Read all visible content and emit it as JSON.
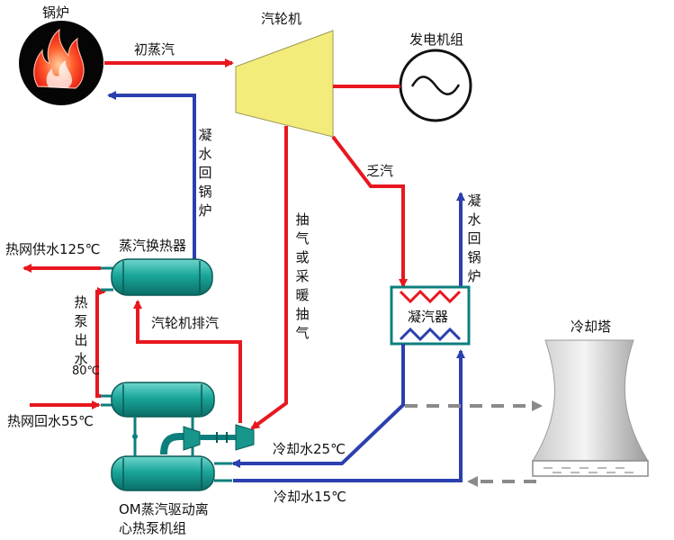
{
  "components": {
    "boiler": "锅炉",
    "turbine": "汽轮机",
    "generator": "发电机组",
    "steam_heat_exchanger": "蒸汽换热器",
    "condenser": "凝汽器",
    "cooling_tower": "冷却塔",
    "heat_pump_unit": "OM蒸汽驱动离心热泵机组"
  },
  "flows": {
    "main_steam": "初蒸汽",
    "exhaust_steam": "乏汽",
    "condensate_return_top": "凝水回锅炉",
    "condensate_return_right": "凝水回锅炉",
    "extraction_steam": "抽气或采暖抽气",
    "turbine_exhaust": "汽轮机排汽",
    "heat_supply": "热网供水125℃",
    "heat_pump_out": "热泵出水",
    "heat_pump_out_temp": "80℃",
    "heat_return": "热网回水55℃",
    "cooling_water_25": "冷却水25℃",
    "cooling_water_15": "冷却水15℃"
  },
  "colors": {
    "hot": "#e8171f",
    "cold": "#2b3fae",
    "vessel": "#0c7f7d",
    "turbine": "#f3ec7a",
    "dashed": "#8a8a8a"
  }
}
